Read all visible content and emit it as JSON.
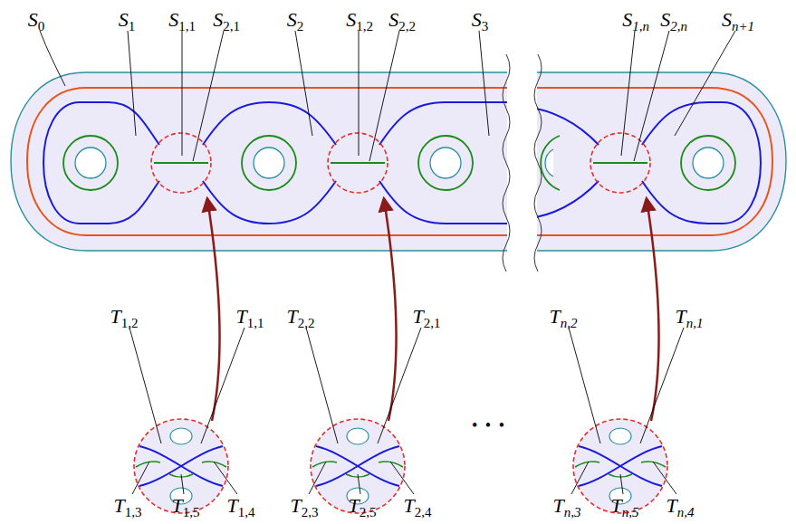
{
  "diagram": {
    "labels": [
      "S0",
      "S1",
      "S1,1",
      "S2,1",
      "S2",
      "S1,2",
      "S2,2",
      "S3",
      "S1,n",
      "S2,n",
      "Sn+1",
      "T1,2",
      "T1,1",
      "T2,2",
      "T2,1",
      "Tn,2",
      "Tn,1",
      "T1,3",
      "T1,5",
      "T1,4",
      "T2,3",
      "T2,5",
      "T2,4",
      "Tn,3",
      "Tn,5",
      "Tn,4",
      "• • •"
    ]
  }
}
